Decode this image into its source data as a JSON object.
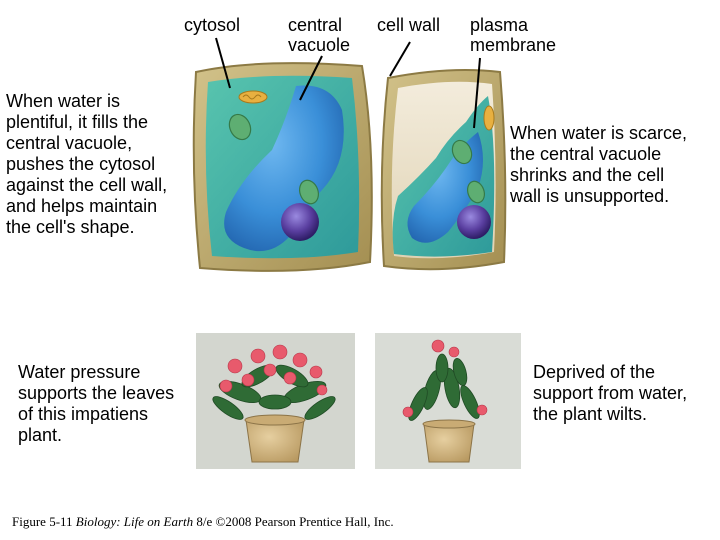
{
  "labels": {
    "cytosol": "cytosol",
    "central_vacuole": "central\nvacuole",
    "cell_wall": "cell wall",
    "plasma_membrane": "plasma\nmembrane"
  },
  "text_blocks": {
    "water_plentiful": "When water is\nplentiful, it fills the\ncentral vacuole,\npushes the cytosol\nagainst the cell wall,\nand helps maintain\nthe cell's shape.",
    "water_scarce": "When water is scarce,\nthe central vacuole\nshrinks and the cell\nwall is unsupported.",
    "water_pressure": "Water pressure\nsupports the leaves\nof this impatiens\nplant.",
    "deprived": "Deprived of the\nsupport from water,\nthe plant wilts."
  },
  "caption": {
    "fig": "Figure 5-11 ",
    "book": "Biology: Life on Earth",
    "rest": " 8/e ©2008 Pearson Prentice Hall, Inc."
  },
  "colors": {
    "cell_wall": "#b9a468",
    "cytosol": "#3fb0a8",
    "vacuole": "#3a8fd8",
    "nucleus": "#5a3fa0",
    "chloroplast": "#5eae72",
    "photo_bg": "#d9dcd6"
  }
}
